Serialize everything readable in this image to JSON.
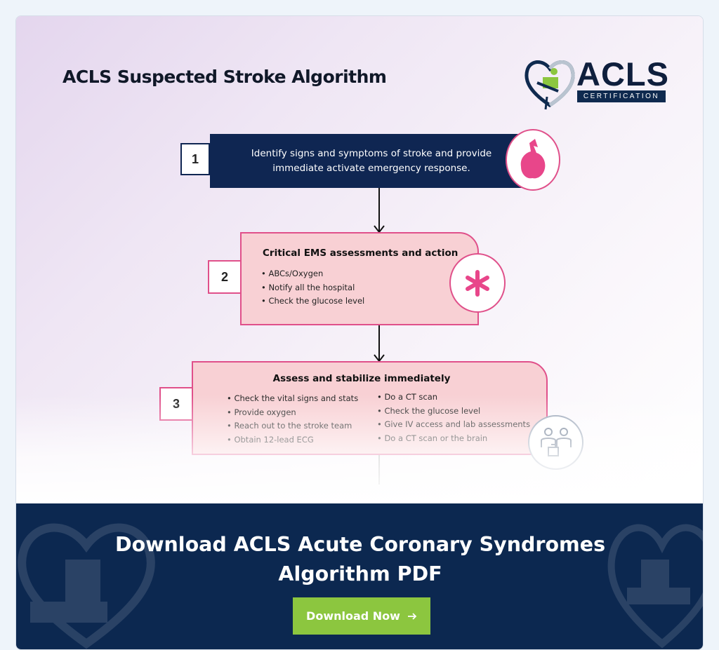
{
  "infographic": {
    "title": "ACLS Suspected Stroke Algorithm",
    "logo": {
      "text": "ACLS",
      "subtitle": "CERTIFICATION"
    },
    "steps": [
      {
        "number": "1",
        "text": "Identify signs and symptoms of stroke and provide immediate activate emergency response.",
        "icon": "brain-icon"
      },
      {
        "number": "2",
        "heading": "Critical EMS assessments and action",
        "bullets": [
          "ABCs/Oxygen",
          "Notify all the hospital",
          "Check the glucose level"
        ],
        "icon": "asterisk-icon"
      },
      {
        "number": "3",
        "heading": "Assess and stabilize immediately",
        "bullets_left": [
          "Check the vital signs and stats",
          "Provide oxygen",
          "Reach out to the stroke team",
          "Obtain 12-lead ECG"
        ],
        "bullets_right": [
          "Do a CT scan",
          "Check the glucose level",
          "Give IV access and lab assessments",
          "Do a CT scan or the brain"
        ],
        "icon": "medical-team-icon"
      }
    ]
  },
  "banner": {
    "title_line1": "Download ACLS Acute Coronary Syndromes",
    "title_line2": "Algorithm PDF",
    "button_label": "Download Now",
    "button_icon": "arrow-right-icon"
  },
  "colors": {
    "navy": "#0f2652",
    "pink": "#e0508a",
    "pink_fill": "#f8d0d4",
    "green": "#8cc63f",
    "banner_bg": "#0c2850"
  }
}
